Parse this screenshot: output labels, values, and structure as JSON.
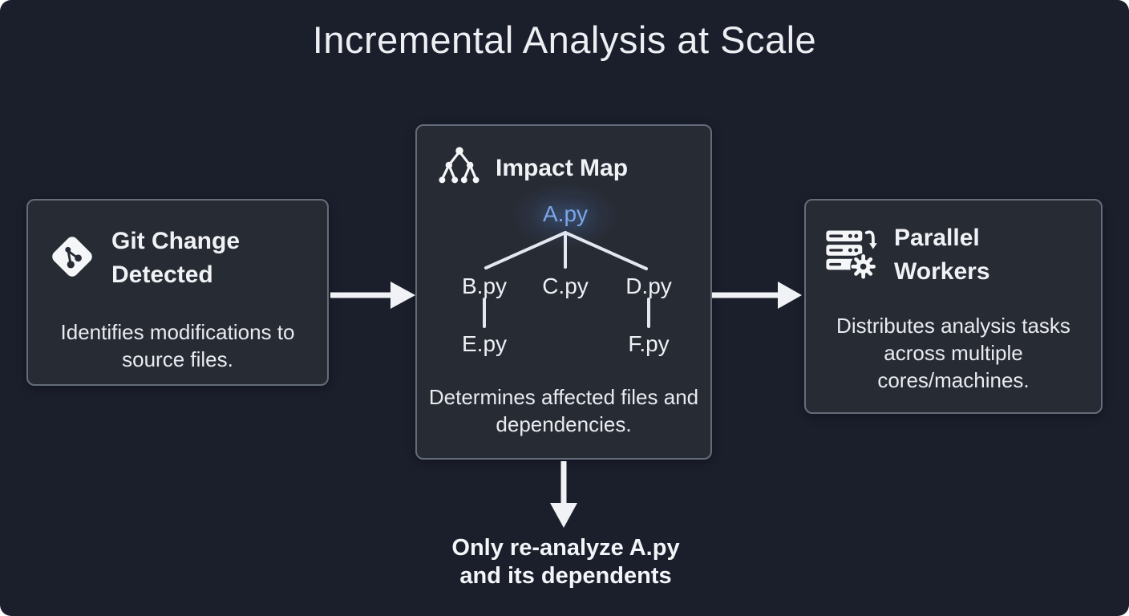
{
  "title": "Incremental Analysis at Scale",
  "colors": {
    "background": "#1b1f2c",
    "card_background": "#272b34",
    "card_border": "#646c7b",
    "text": "#eef0f4",
    "accent_node": "#7ba6e6",
    "arrow": "#f0f2f5"
  },
  "cards": {
    "git": {
      "title": "Git Change Detected",
      "description": "Identifies modifications to source files.",
      "icon": "git-logo"
    },
    "impact": {
      "title": "Impact Map",
      "description": "Determines affected files and dependencies.",
      "icon": "dependency-tree",
      "tree": {
        "root": "A.py",
        "children": [
          "B.py",
          "C.py",
          "D.py"
        ],
        "leaves": [
          "E.py",
          "F.py"
        ]
      }
    },
    "workers": {
      "title": "Parallel Workers",
      "description": "Distributes analysis tasks across multiple cores/machines.",
      "icon": "server-stack-gear"
    }
  },
  "footer_note": "Only re-analyze A.py and its dependents"
}
